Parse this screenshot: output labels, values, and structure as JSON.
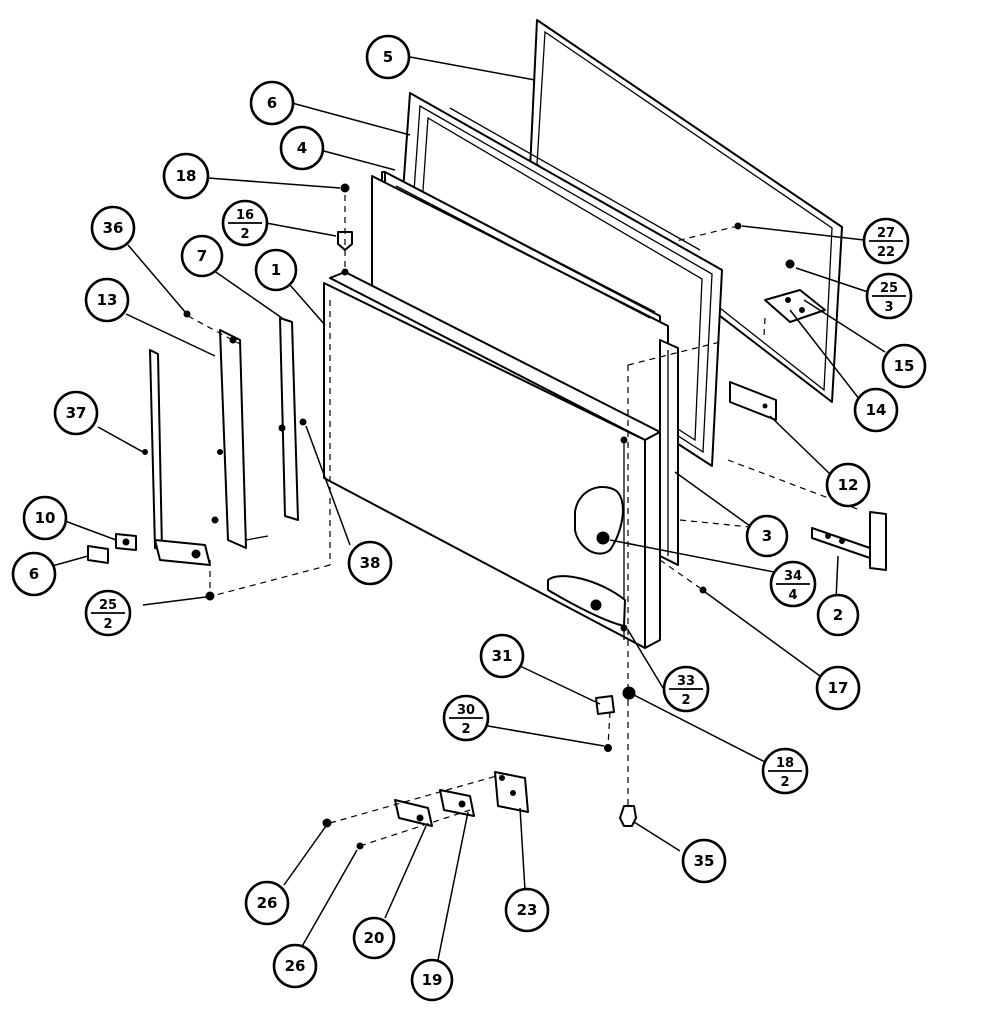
{
  "callouts": [
    {
      "id": "c5",
      "label": "5"
    },
    {
      "id": "c6",
      "label": "6"
    },
    {
      "id": "c4",
      "label": "4"
    },
    {
      "id": "c18a",
      "label": "18"
    },
    {
      "id": "c16",
      "num": "16",
      "den": "2"
    },
    {
      "id": "c36",
      "label": "36"
    },
    {
      "id": "c7",
      "label": "7"
    },
    {
      "id": "c1",
      "label": "1"
    },
    {
      "id": "c13",
      "label": "13"
    },
    {
      "id": "c37",
      "label": "37"
    },
    {
      "id": "c10",
      "label": "10"
    },
    {
      "id": "c6b",
      "label": "6"
    },
    {
      "id": "c25",
      "num": "25",
      "den": "2"
    },
    {
      "id": "c38",
      "label": "38"
    },
    {
      "id": "c27",
      "num": "27",
      "den": "22"
    },
    {
      "id": "c25b",
      "num": "25",
      "den": "3"
    },
    {
      "id": "c15",
      "label": "15"
    },
    {
      "id": "c14",
      "label": "14"
    },
    {
      "id": "c12",
      "label": "12"
    },
    {
      "id": "c3",
      "label": "3"
    },
    {
      "id": "c34",
      "num": "34",
      "den": "4"
    },
    {
      "id": "c2",
      "label": "2"
    },
    {
      "id": "c17",
      "label": "17"
    },
    {
      "id": "c31",
      "label": "31"
    },
    {
      "id": "c33",
      "num": "33",
      "den": "2"
    },
    {
      "id": "c30",
      "num": "30",
      "den": "2"
    },
    {
      "id": "c18b",
      "num": "18",
      "den": "2"
    },
    {
      "id": "c35",
      "label": "35"
    },
    {
      "id": "c26a",
      "label": "26"
    },
    {
      "id": "c26b",
      "label": "26"
    },
    {
      "id": "c20",
      "label": "20"
    },
    {
      "id": "c19",
      "label": "19"
    },
    {
      "id": "c23",
      "label": "23"
    }
  ]
}
